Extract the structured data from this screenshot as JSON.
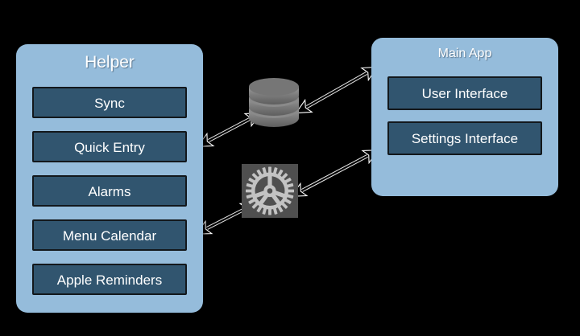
{
  "diagram": {
    "background_color": "#000000",
    "container_color": "#95bcdb",
    "item_color": "#31556f",
    "icon_color": "#8c8c8c",
    "groups": [
      {
        "id": "helper",
        "title": "Helper",
        "items": [
          {
            "label": "Sync"
          },
          {
            "label": "Quick Entry"
          },
          {
            "label": "Alarms"
          },
          {
            "label": "Menu Calendar"
          },
          {
            "label": "Apple Reminders"
          }
        ]
      },
      {
        "id": "main-app",
        "title": "Main App",
        "items": [
          {
            "label": "User Interface"
          },
          {
            "label": "Settings Interface"
          }
        ]
      }
    ],
    "icons": [
      {
        "id": "database",
        "name": "database-icon",
        "label": "Database"
      },
      {
        "id": "gear",
        "name": "gear-icon",
        "label": "Settings / Preferences"
      }
    ],
    "connections": [
      {
        "from": "helper",
        "to": "database",
        "type": "bidirectional"
      },
      {
        "from": "database",
        "to": "main-app",
        "type": "bidirectional"
      },
      {
        "from": "helper",
        "to": "gear",
        "type": "bidirectional"
      },
      {
        "from": "gear",
        "to": "main-app",
        "type": "bidirectional"
      }
    ]
  }
}
